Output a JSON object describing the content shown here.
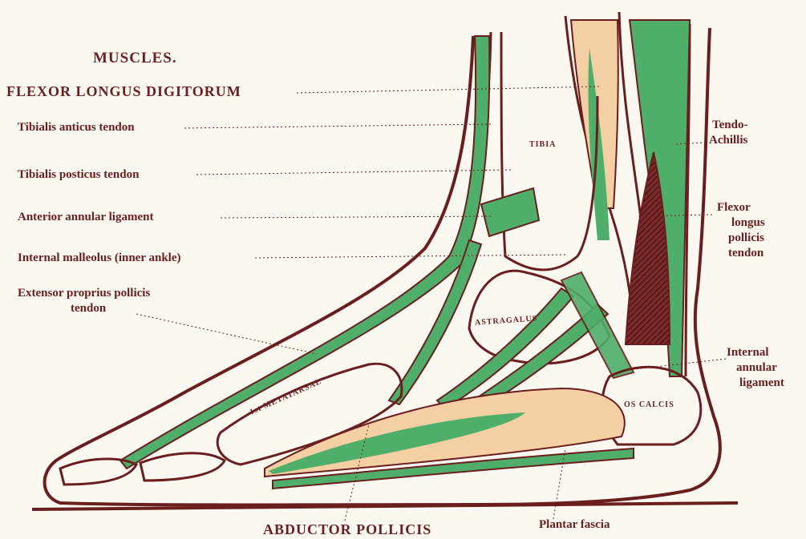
{
  "heading": "MUSCLES.",
  "labels": {
    "flexor_longus_digitorum": "FLEXOR LONGUS DIGITORUM",
    "tibialis_anticus": "Tibialis anticus tendon",
    "tibialis_posticus": "Tibialis posticus tendon",
    "anterior_annular": "Anterior annular ligament",
    "internal_malleolus": "Internal malleolus (inner ankle)",
    "extensor_proprius_1": "Extensor proprius pollicis",
    "extensor_proprius_2": "tendon",
    "tendo_achillis_1": "Tendo-",
    "tendo_achillis_2": "Achillis",
    "flexor_longus_pollicis_1": "Flexor",
    "flexor_longus_pollicis_2": "longus",
    "flexor_longus_pollicis_3": "pollicis",
    "flexor_longus_pollicis_4": "tendon",
    "internal_annular_1": "Internal",
    "internal_annular_2": "annular",
    "internal_annular_3": "ligament",
    "abductor_pollicis": "ABDUCTOR POLLICIS",
    "plantar_fascia": "Plantar fascia"
  },
  "bones": {
    "tibia": "TIBIA",
    "astragalus": "ASTRAGALUS",
    "os_calcis": "OS CALCIS",
    "first_metatarsal": "1st METATARSAL"
  },
  "colors": {
    "outline": "#6b1e1e",
    "tendon_green": "#4fae6a",
    "muscle_tan": "#f3cfa3",
    "background": "#fbf7f1",
    "hatch": "#5a1a1a"
  }
}
